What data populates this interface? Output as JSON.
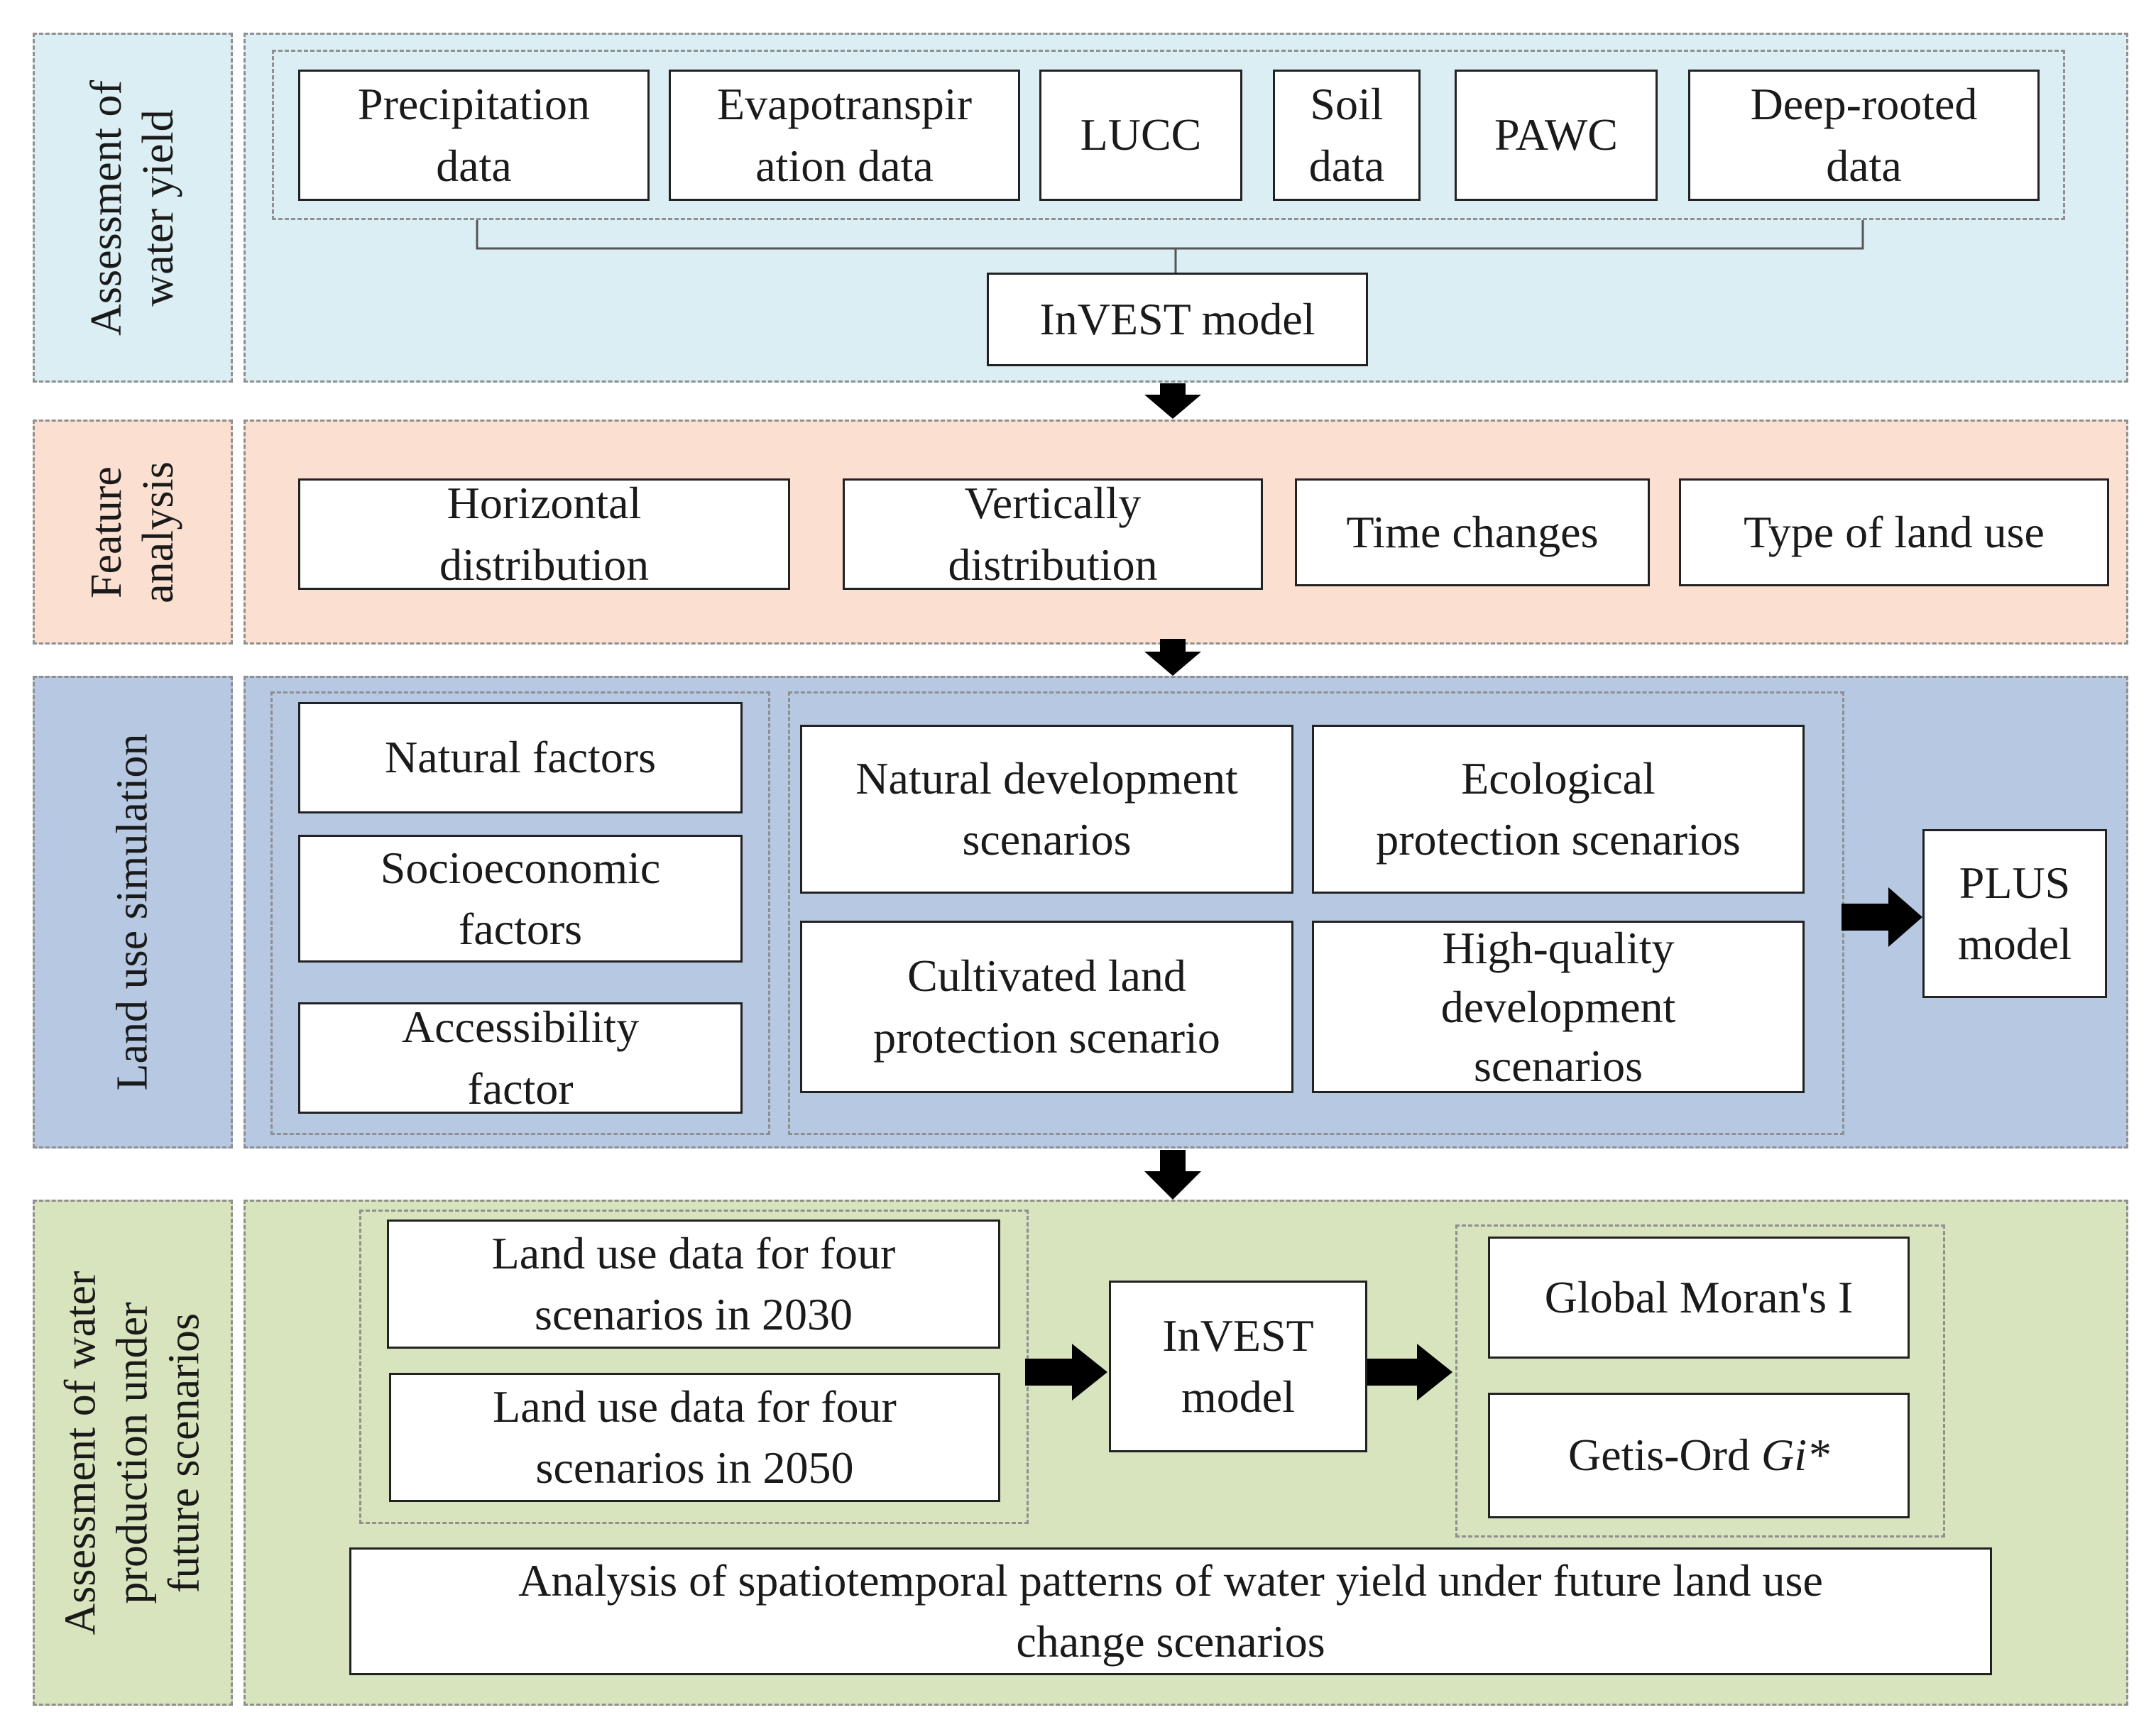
{
  "sections": {
    "assessment_water_yield": {
      "label": [
        "Assessment of",
        "water yield"
      ],
      "inputs": [
        [
          "Precipitation",
          "data"
        ],
        [
          "Evapotranspir",
          "ation data"
        ],
        [
          "LUCC"
        ],
        [
          "Soil",
          "data"
        ],
        [
          "PAWC"
        ],
        [
          "Deep-rooted",
          "data"
        ]
      ],
      "model": "InVEST model"
    },
    "feature_analysis": {
      "label": [
        "Feature",
        "analysis"
      ],
      "items": [
        [
          "Horizontal",
          "distribution"
        ],
        [
          "Vertically",
          "distribution"
        ],
        [
          "Time changes"
        ],
        [
          "Type of land use"
        ]
      ]
    },
    "land_use_simulation": {
      "label": [
        "Land use simulation"
      ],
      "factors": [
        [
          "Natural factors"
        ],
        [
          "Socioeconomic",
          "factors"
        ],
        [
          "Accessibility",
          "factor"
        ]
      ],
      "scenarios": [
        [
          "Natural development",
          "scenarios"
        ],
        [
          "Ecological",
          "protection scenarios"
        ],
        [
          "Cultivated land",
          "protection scenario"
        ],
        [
          "High-quality",
          "development",
          "scenarios"
        ]
      ],
      "model": [
        "PLUS",
        "model"
      ]
    },
    "future_scenarios": {
      "label": [
        "Assessment of water",
        "production under",
        "future scenarios"
      ],
      "data_inputs": [
        [
          "Land use data for four",
          "scenarios in 2030"
        ],
        [
          "Land use data for four",
          "scenarios in 2050"
        ]
      ],
      "model": [
        "InVEST",
        "model"
      ],
      "stats": {
        "moran": "Global Moran's I",
        "getis_prefix": "Getis-Ord ",
        "getis_symbol": "Gi*"
      },
      "analysis": [
        "Analysis of spatiotemporal patterns of water yield under future land use",
        "change scenarios"
      ]
    }
  }
}
